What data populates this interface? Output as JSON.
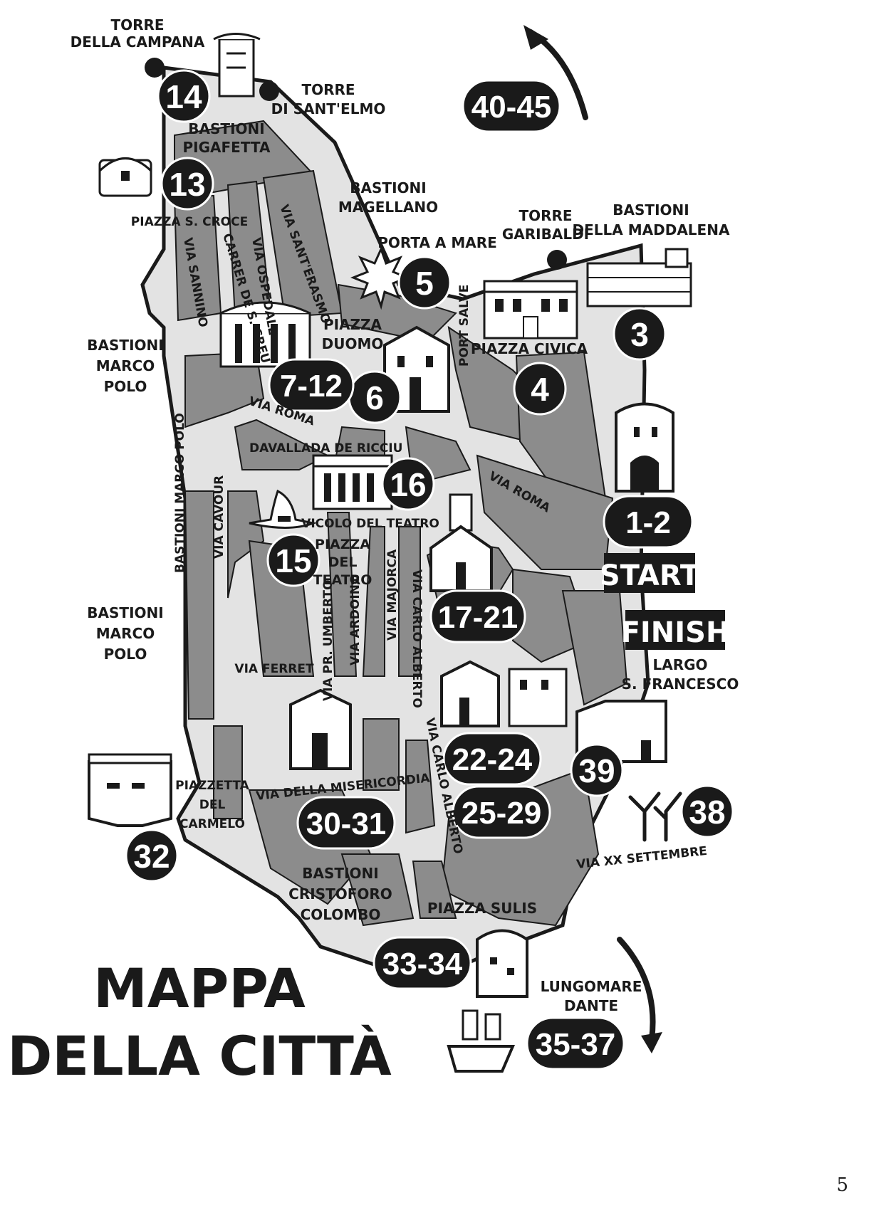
{
  "title": {
    "line1": "MAPPA",
    "line2": "DELLA CITTÀ"
  },
  "page_number": "5",
  "markers": {
    "m14": "14",
    "m13": "13",
    "m5": "5",
    "m3": "3",
    "m4": "4",
    "m6": "6",
    "m7_12": "7-12",
    "m16": "16",
    "m15": "15",
    "m1_2": "1-2",
    "m17_21": "17-21",
    "m22_24": "22-24",
    "m25_29": "25-29",
    "m30_31": "30-31",
    "m32": "32",
    "m33_34": "33-34",
    "m35_37": "35-37",
    "m38": "38",
    "m39": "39",
    "m40_45": "40-45"
  },
  "start_label": "START",
  "finish_label": "FINISH",
  "labels": {
    "torre_campana_1": "TORRE",
    "torre_campana_2": "DELLA CAMPANA",
    "torre_elmo_1": "TORRE",
    "torre_elmo_2": "DI SANT'ELMO",
    "bastioni_pigafetta_1": "BASTIONI",
    "bastioni_pigafetta_2": "PIGAFETTA",
    "bastioni_magellano_1": "BASTIONI",
    "bastioni_magellano_2": "MAGELLANO",
    "porta_a_mare": "PORTA A MARE",
    "torre_garibaldi_1": "TORRE",
    "torre_garibaldi_2": "GARIBALDI",
    "bastioni_maddalena_1": "BASTIONI",
    "bastioni_maddalena_2": "DELLA MADDALENA",
    "piazza_s_croce": "PIAZZA S. CROCE",
    "via_sannino": "VIA SANNINO",
    "carrer_crei": "CARRER DE S. CREU",
    "via_ospedale": "VIA OSPEDALE",
    "via_sant_erasmo": "VIA SANT'ERASMO",
    "piazza_duomo_1": "PIAZZA",
    "piazza_duomo_2": "DUOMO",
    "port_salve": "PORT SALVE",
    "piazza_civica": "PIAZZA CIVICA",
    "bastioni_marco_polo_a1": "BASTIONI",
    "bastioni_marco_polo_a2": "MARCO",
    "bastioni_marco_polo_a3": "POLO",
    "via_roma_1": "VIA ROMA",
    "via_roma_2": "VIA ROMA",
    "davallada": "DAVALLADA DE RICCIU",
    "bastioni_marco_polo_vert": "BASTIONI MARCO POLO",
    "via_cavour": "VIA CAVOUR",
    "vicolo_teatro": "VICOLO DEL TEATRO",
    "piazza_teatro_1": "PIAZZA",
    "piazza_teatro_2": "DEL",
    "piazza_teatro_3": "TEATRO",
    "via_umberto": "VIA PR. UMBERTO",
    "via_ardoino": "VIA ARDOINO",
    "via_majorca": "VIA MAJORCA",
    "via_carlo_alberto_1": "VIA CARLO ALBERTO",
    "bastioni_marco_polo_b1": "BASTIONI",
    "bastioni_marco_polo_b2": "MARCO",
    "bastioni_marco_polo_b3": "POLO",
    "via_ferret": "VIA FERRET",
    "largo_francesco_1": "LARGO",
    "largo_francesco_2": "S. FRANCESCO",
    "via_carlo_alberto_2": "VIA CARLO ALBERTO",
    "via_misericordia": "VIA DELLA MISERICORDIA",
    "piazzetta_carmelo_1": "PIAZZETTA",
    "piazzetta_carmelo_2": "DEL",
    "piazzetta_carmelo_3": "CARMELO",
    "via_xx_settembre": "VIA XX SETTEMBRE",
    "bastioni_colombo_1": "BASTIONI",
    "bastioni_colombo_2": "CRISTOFORO",
    "bastioni_colombo_3": "COLOMBO",
    "piazza_sulis": "PIAZZA SULIS",
    "lungomare_1": "LUNGOMARE",
    "lungomare_2": "DANTE"
  },
  "colors": {
    "ink": "#1a1a1a",
    "street_fill": "#e3e3e3",
    "block_fill": "#8c8c8c",
    "paper": "#ffffff"
  },
  "icons": [
    "castle-tower-icon",
    "treasure-chest-icon",
    "star-burst-icon",
    "palazzo-icon",
    "fortress-icon",
    "round-tower-icon",
    "cathedral-icon",
    "church-icon",
    "theatre-icon",
    "witch-hat-icon",
    "bell-tower-church-icon",
    "bunker-icon",
    "coral-icon",
    "ship-icon",
    "arrow-icon"
  ]
}
